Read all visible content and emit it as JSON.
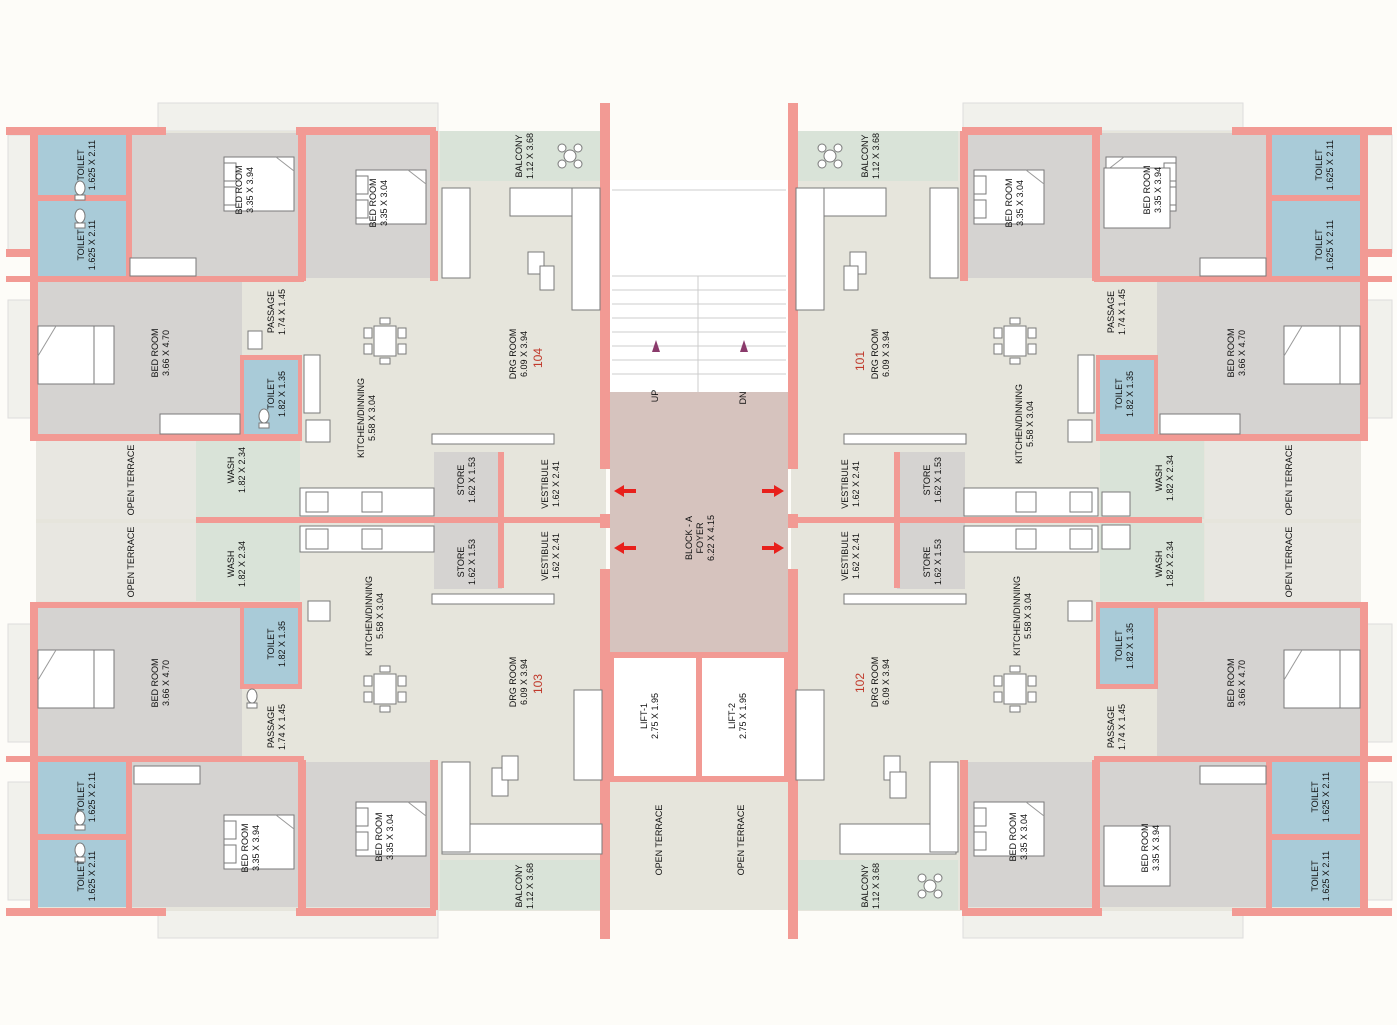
{
  "rooms": {
    "toilet": "TOILET",
    "toilet_size_a": "1.625 X 2.11",
    "toilet_small_size": "1.82 X 1.35",
    "bed_room": "BED ROOM",
    "bed_size_a": "3.35 X 3.94",
    "bed_size_b": "3.35 X 3.04",
    "bed_size_c": "3.66 X 4.70",
    "balcony": "BALCONY",
    "balcony_size": "1.12 X 3.68",
    "passage": "PASSAGE",
    "passage_size": "1.74 X 1.45",
    "drg_room": "DRG ROOM",
    "drg_size": "6.09 X 3.94",
    "kitchen": "KITCHEN/DINNING",
    "kitchen_size": "5.58 X 3.04",
    "open_terrace": "OPEN TERRACE",
    "wash": "WASH",
    "wash_size": "1.82 X 2.34",
    "store": "STORE",
    "store_size": "1.62 X 1.53",
    "vestibule": "VESTIBULE",
    "vestibule_size": "1.62 X 2.41",
    "foyer_a": "BLOCK - A",
    "foyer_b": "FOYER",
    "foyer_size": "6.22 X 4.15",
    "lift1": "LIFT-1",
    "lift2": "LIFT-2",
    "lift_size": "2.75 X 1.95",
    "up": "UP",
    "dn": "DN"
  },
  "units": {
    "u101": "101",
    "u102": "102",
    "u103": "103",
    "u104": "104"
  },
  "colors": {
    "wall": "#f29a94",
    "living": "#e6e5dc",
    "bedroom": "#d5d3d1",
    "toilet": "#a9cbd8",
    "balcony": "#d9e3d8",
    "foyer": "#d6c3be",
    "entry_arrow": "#e8201c"
  }
}
